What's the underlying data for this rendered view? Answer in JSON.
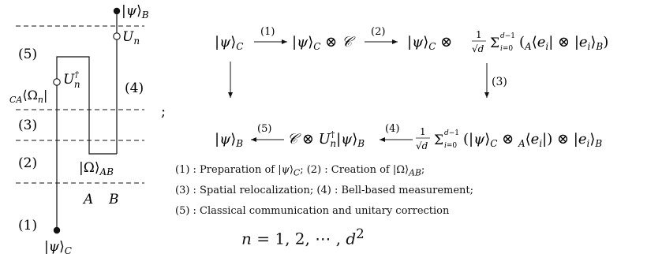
{
  "circuit": {
    "labels": {
      "psi_B": "|ψ⟩_B",
      "psi_C": "|ψ⟩_C",
      "U_n": "U_n",
      "U_n_dag": "U_n^†",
      "Omega_bra": "_{CA}⟨Ω_n|",
      "Omega_AB": "|Ω⟩_{AB}",
      "A": "A",
      "B": "B"
    },
    "stages": [
      "(5)",
      "(4)",
      "(3)",
      "(2)",
      "(1)"
    ]
  },
  "separator": ";",
  "flow": {
    "top_row": [
      "|ψ⟩_C",
      "|ψ⟩_C ⊗ 𝒞",
      "|ψ⟩_C ⊗ (1/√d) Σ_{i=0}^{d−1} (_A⟨e_i| ⊗ |e_i⟩_B)"
    ],
    "bottom_row": [
      "|ψ⟩_B",
      "𝒞 ⊗ U_n^†|ψ⟩_B",
      "(1/√d) Σ_{i=0}^{d−1} (|ψ⟩_C ⊗ _A⟨e_i|) ⊗ |e_i⟩_B"
    ],
    "arrows": [
      "(1)",
      "(2)",
      "(3)",
      "(4)",
      "(5)"
    ]
  },
  "captions": {
    "line1_a": "(1) : Preparation of ",
    "line1_b": "; (2) : Creation of ",
    "line1_c": ";",
    "line2": "(3) : Spatial relocalization; (4) : Bell-based measurement;",
    "line3": "(5) :  Classical communication and unitary correction",
    "n_range": "n = 1, 2, ⋯, d²"
  }
}
